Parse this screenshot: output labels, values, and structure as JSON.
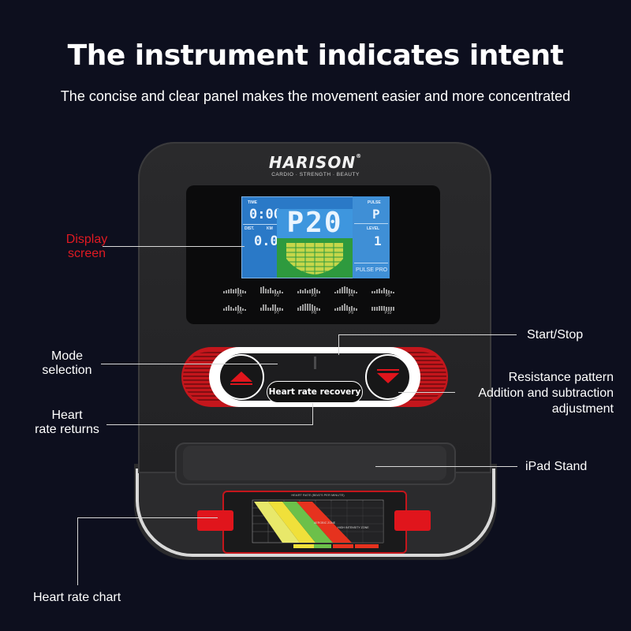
{
  "header": {
    "title": "The instrument indicates intent",
    "subtitle": "The concise and clear panel makes the movement easier and more concentrated"
  },
  "console": {
    "brand": "HARISON",
    "brand_mark": "®",
    "tagline": "CARDIO · STRENGTH · BEAUTY",
    "lcd": {
      "time_label": "TIME",
      "time_value": "0:00",
      "dist_label": "DIST.",
      "dist_unit": "KM",
      "dist_value": "0.0",
      "program_value": "P20",
      "pulse_label": "PULSE",
      "pulse_value": "P",
      "level_label": "LEVEL",
      "level_value": "1",
      "mode_label": "PULSE PRO"
    },
    "programs_row1": [
      "P1",
      "P2",
      "P3",
      "P4",
      "P5"
    ],
    "programs_row2": [
      "P6",
      "P7",
      "P8",
      "P9",
      "P10"
    ],
    "hr_recovery_label": "Heart rate recovery",
    "hr_chart_title": "HEART RATE (BEATS PER MINUTE)",
    "hr_zones": [
      "AEROBIC ZONE",
      "HIGH INTENSITY ZONE"
    ]
  },
  "callouts": {
    "display": "Display\nscreen",
    "mode": "Mode\nselection",
    "heart_returns": "Heart\nrate returns",
    "start_stop": "Start/Stop",
    "resistance": "Resistance pattern\nAddition and subtraction\nadjustment",
    "ipad": "iPad Stand",
    "hr_chart": "Heart rate chart"
  },
  "colors": {
    "background": "#0d0f1e",
    "accent_red": "#c4161c",
    "callout_red": "#e01a22",
    "lcd_blue": "#2a79c7",
    "lcd_green": "#2e9a3e"
  }
}
